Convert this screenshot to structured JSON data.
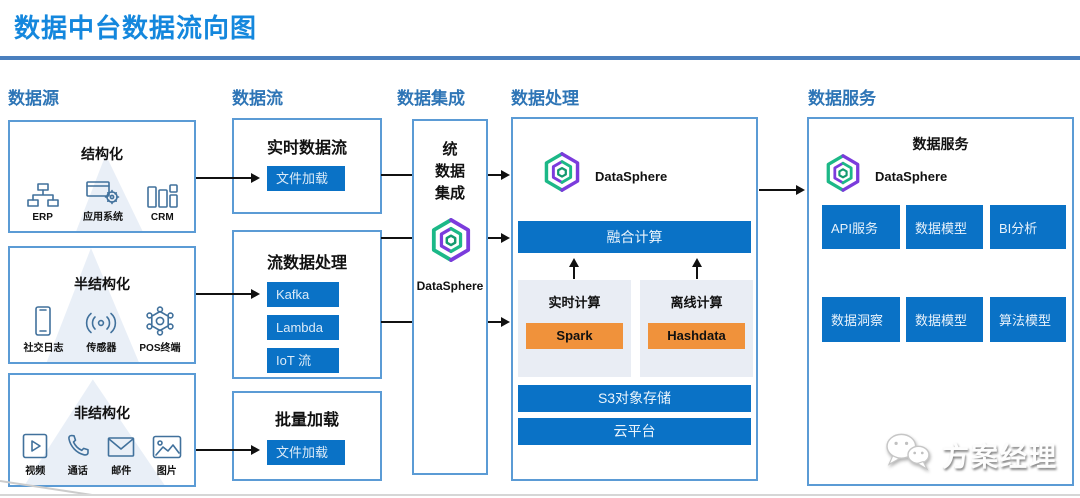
{
  "title": "数据中台数据流向图",
  "headers": {
    "source": "数据源",
    "flow": "数据流",
    "integration": "数据集成",
    "processing": "数据处理",
    "services": "数据服务"
  },
  "source": {
    "structured": {
      "title": "结构化",
      "items": [
        {
          "label": "ERP"
        },
        {
          "label": "应用系统"
        },
        {
          "label": "CRM"
        }
      ]
    },
    "semi": {
      "title": "半结构化",
      "items": [
        {
          "label": "社交日志"
        },
        {
          "label": "传感器"
        },
        {
          "label": "POS终端"
        }
      ]
    },
    "unstructured": {
      "title": "非结构化",
      "items": [
        {
          "label": "视频"
        },
        {
          "label": "通话"
        },
        {
          "label": "邮件"
        },
        {
          "label": "图片"
        }
      ]
    }
  },
  "flow": {
    "realtime": {
      "title": "实时数据流",
      "button": "文件加载"
    },
    "stream": {
      "title": "流数据处理",
      "buttons": [
        "Kafka",
        "Lambda",
        "IoT 流"
      ]
    },
    "batch": {
      "title": "批量加载",
      "button": "文件加载"
    }
  },
  "integration": {
    "lines": [
      "统",
      "数据",
      "集成"
    ],
    "product": "DataSphere"
  },
  "processing": {
    "product": "DataSphere",
    "fusion_bar": "融合计算",
    "realtime_title": "实时计算",
    "realtime_button": "Spark",
    "offline_title": "离线计算",
    "offline_button": "Hashdata",
    "storage_bar": "S3对象存储",
    "platform_bar": "云平台"
  },
  "services": {
    "title": "数据服务",
    "product": "DataSphere",
    "row1": [
      "API服务",
      "数据模型",
      "BI分析"
    ],
    "row2": [
      "数据洞察",
      "数据模型",
      "算法模型"
    ]
  },
  "watermark": "方案经理",
  "colors": {
    "title_blue": "#1487dd",
    "header_blue": "#2e75b6",
    "border_blue": "#5b9bd5",
    "button_blue": "#0a72c6",
    "orange": "#f0923b",
    "panel_bg": "#e9edf4",
    "logo_teal": "#1cb887",
    "logo_purple": "#7b3bdc"
  }
}
